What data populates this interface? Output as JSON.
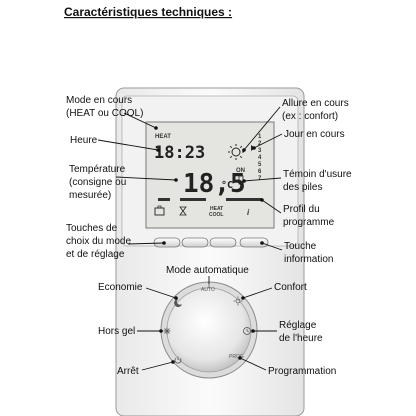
{
  "title": "Caractéristiques techniques :",
  "labels": {
    "mode_en_cours": [
      "Mode en cours",
      "(HEAT ou COOL)"
    ],
    "heure": "Heure",
    "temperature": [
      "Température",
      "(consigne ou",
      "mesurée)"
    ],
    "touches_choix": [
      "Touches de",
      "choix du mode",
      "et de réglage"
    ],
    "allure": [
      "Allure en cours",
      "(ex : confort)"
    ],
    "jour": "Jour en cours",
    "temoin": [
      "Témoin d'usure",
      "des piles"
    ],
    "profil": [
      "Profil du",
      "programme"
    ],
    "touche_info": [
      "Touche",
      "information"
    ],
    "mode_auto": "Mode automatique",
    "economie": "Economie",
    "confort": "Confort",
    "hors_gel": "Hors gel",
    "reglage_heure": [
      "Réglage",
      "de l'heure"
    ],
    "arret": "Arrêt",
    "programmation": "Programmation"
  },
  "lcd": {
    "mode": "HEAT",
    "time": "18:23",
    "on_label": "ON",
    "temperature": "18,5",
    "unit": "°C",
    "heat_cool": [
      "HEAT",
      "COOL"
    ],
    "days": [
      "1",
      "2",
      "3",
      "4",
      "5",
      "6",
      "7"
    ],
    "info_symbol": "i"
  },
  "dial": {
    "auto": "AUTO",
    "prog": "PROG"
  },
  "icons": {
    "sun": "sun-icon",
    "moon": "moon-icon",
    "snowflake": "snowflake-icon",
    "clock": "clock-icon",
    "power": "power-icon",
    "battery": "battery-icon",
    "hourglass": "hourglass-icon"
  }
}
